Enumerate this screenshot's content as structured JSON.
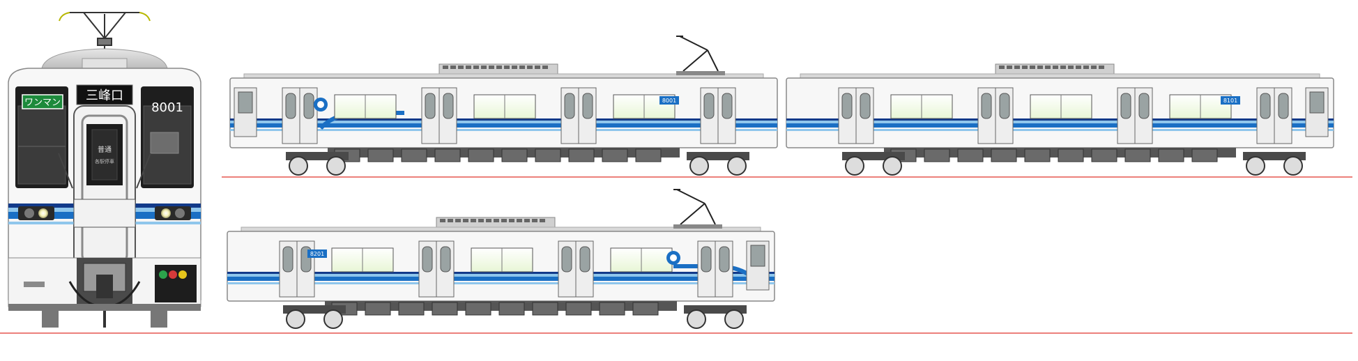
{
  "front": {
    "destination": "三峰口",
    "oneman": "ワンマン",
    "car_number": "8001",
    "type_board": "普通",
    "type_board_sub": "各駅停車"
  },
  "cars": [
    {
      "number": "8001"
    },
    {
      "number": "8101"
    },
    {
      "number": "8201"
    }
  ],
  "colors": {
    "body": "#f7f7f7",
    "stripe_blue": "#1a6fc4",
    "stripe_light": "#8fc6ec",
    "stripe_navy": "#123a8a",
    "window_green": "#f6ffe6",
    "rail": "#e0342c",
    "roof_gray": "#c9c9c9",
    "bogie": "#4a4a4a"
  },
  "icons": [
    "pantograph-icon",
    "emblem-icon",
    "headlight-icon",
    "coupler-icon"
  ]
}
